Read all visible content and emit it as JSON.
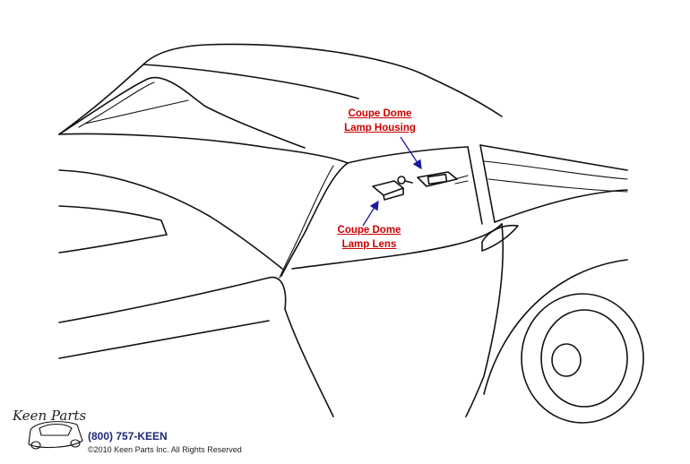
{
  "callouts": {
    "housing": {
      "line1": "Coupe Dome",
      "line2": "Lamp Housing"
    },
    "lens": {
      "line1": "Coupe Dome",
      "line2": "Lamp Lens"
    }
  },
  "footer": {
    "brand": "Keen Parts",
    "phone": "(800) 757-KEEN",
    "copyright": "©2010 Keen Parts Inc. All Rights Reserved"
  },
  "colors": {
    "callout": "#cc0000",
    "arrow": "#1a1aa0",
    "phone": "#1a2a7a"
  }
}
